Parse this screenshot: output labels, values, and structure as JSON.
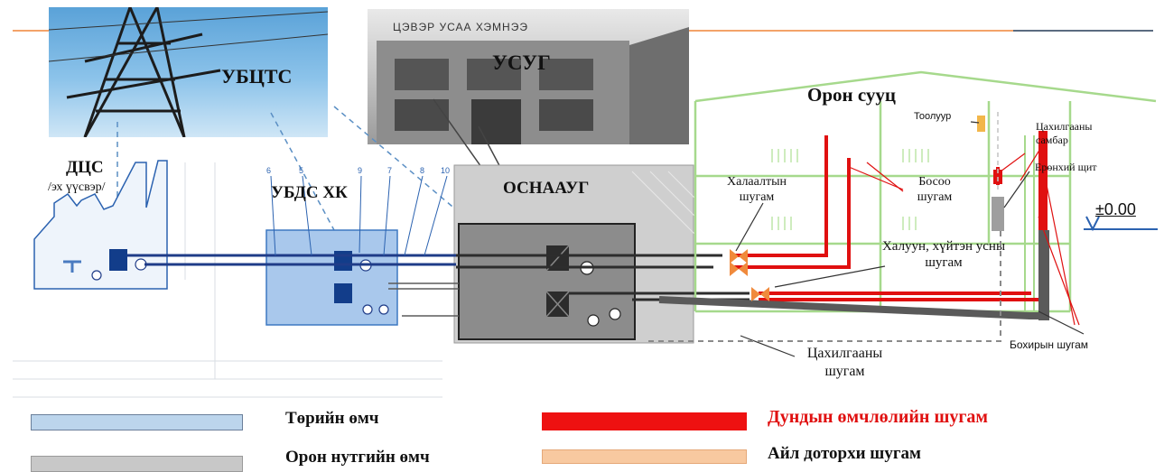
{
  "entities": {
    "power_grid": "УБЦТС",
    "water_supply": "УСУГ",
    "water_sign": "ЦЭВЭР УСАА ХЭМНЭЭ",
    "power_plant": "ДЦС",
    "power_plant_sub": "/эх үүсвэр/",
    "heating_network": "УБДС ХК",
    "housing_authority": "ОСНААУГ",
    "apartment": "Орон сууц"
  },
  "pipe_numbers": [
    "6",
    "5",
    "9",
    "7",
    "8",
    "10"
  ],
  "building_labels": {
    "meter": "Тоолуур",
    "elec_panel": "Цахилгааны самбар",
    "main_switch": "Ерөнхий щит",
    "level": "±0.00",
    "heating_pipe": "Халаалтын шугам",
    "riser_pipe": "Босоо шугам",
    "hot_cold_water": "Халуун, хүйтэн усны шугам",
    "electric_line": "Цахилгааны шугам",
    "sewer_pipe": "Бохирын шугам"
  },
  "legend": [
    {
      "label": "Төрийн өмч",
      "color": "#bcd5ec"
    },
    {
      "label": "Дундын өмчлөлийн шугам",
      "color": "#ee1111"
    },
    {
      "label": "Орон нутгийн өмч",
      "color": "#c8c8c8"
    },
    {
      "label": "Айл доторхи шугам",
      "color": "#f8c9a0"
    }
  ],
  "colors": {
    "pipe_blue": "#1f3c88",
    "shared_red": "#e01010",
    "house_green": "#a6d98c",
    "valve_orange": "#f08a3c"
  }
}
